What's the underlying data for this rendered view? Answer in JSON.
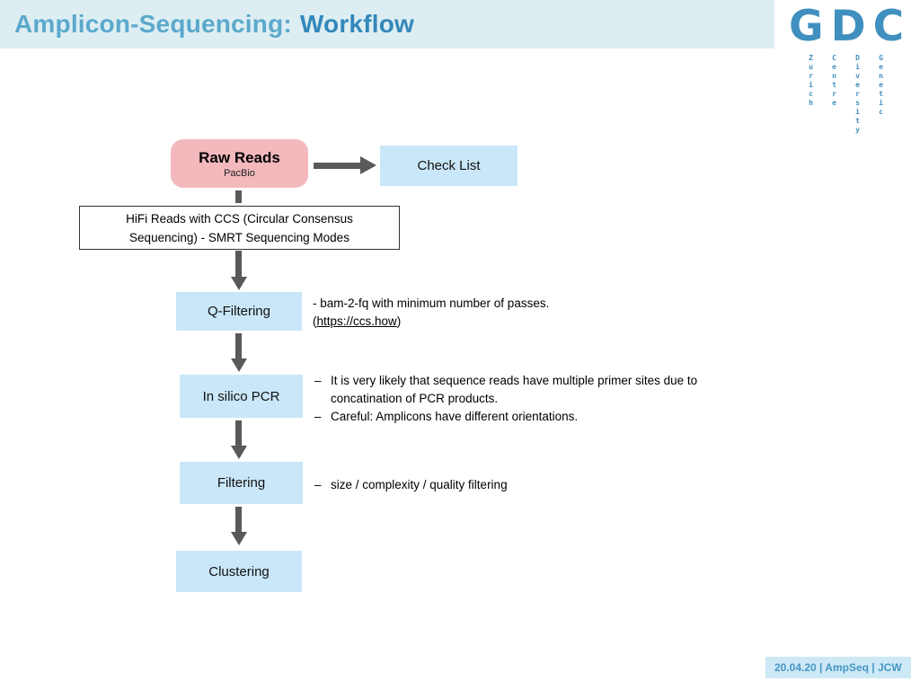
{
  "header": {
    "title_part1": "Amplicon-Sequencing:",
    "title_part2": "Workflow"
  },
  "logo": {
    "letters": "GDC",
    "vertical_words": [
      "Zurich",
      "Centre",
      "Diversity",
      "Genetic"
    ]
  },
  "flowchart": {
    "raw_reads": {
      "title": "Raw Reads",
      "subtitle": "PacBio"
    },
    "check_list": {
      "label": "Check List"
    },
    "hifi_box": {
      "line1": "HiFi Reads with CCS (Circular Consensus",
      "line2": "Sequencing) - SMRT Sequencing Modes"
    },
    "q_filtering": {
      "label": "Q-Filtering",
      "note_line1": "- bam-2-fq with minimum number of passes.",
      "link_open": "(",
      "link": "https://ccs.how",
      "link_close": ")"
    },
    "in_silico_pcr": {
      "label": "In silico PCR",
      "notes": [
        {
          "bullet": "–",
          "text": "It is very likely that sequence reads have multiple primer sites due to concatination of PCR products."
        },
        {
          "bullet": "–",
          "text": "Careful: Amplicons have different orientations."
        }
      ]
    },
    "filtering": {
      "label": "Filtering",
      "note_bullet": "–",
      "note_text": "size / complexity / quality filtering"
    },
    "clustering": {
      "label": "Clustering"
    }
  },
  "footer": {
    "text": "20.04.20 | AmpSeq | JCW"
  },
  "colors": {
    "header_bg": "#ddeef3",
    "title_light_blue": "#5ba9cc",
    "title_dark_blue": "#3388ba",
    "box_blue": "#c9e7f8",
    "box_pink": "#f3b9bd",
    "arrow_gray": "#595959",
    "logo_blue": "#4090bf",
    "footer_bg": "#cde9f6",
    "footer_text": "#4596c3"
  }
}
